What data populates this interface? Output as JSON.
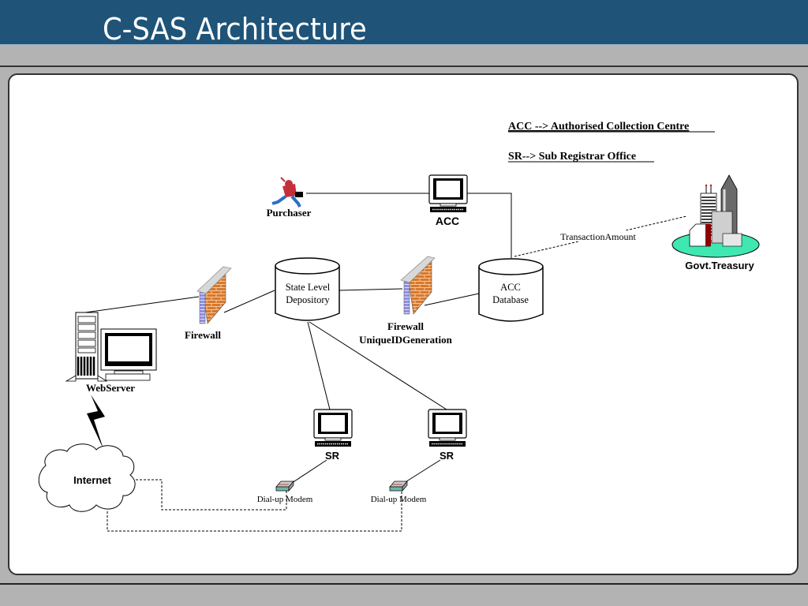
{
  "slide": {
    "title": "C-SAS Architecture"
  },
  "legend": {
    "acc_definition": "ACC --> Authorised Collection Centre",
    "sr_definition": "SR--> Sub Registrar Office"
  },
  "nodes": {
    "purchaser": {
      "label": "Purchaser",
      "icon": "running-person-icon"
    },
    "acc": {
      "label": "ACC",
      "icon": "computer-terminal-icon"
    },
    "govt_treasury": {
      "label": "Govt.Treasury",
      "icon": "office-buildings-icon"
    },
    "transaction_amount": {
      "label": "TransactionAmount"
    },
    "state_depository": {
      "line1": "State Level",
      "line2": "Depository",
      "icon": "database-cylinder-icon"
    },
    "acc_database": {
      "line1": "ACC",
      "line2": "Database",
      "icon": "database-cylinder-icon"
    },
    "firewall_left": {
      "label": "Firewall",
      "icon": "brick-firewall-icon"
    },
    "firewall_right": {
      "line1": "Firewall",
      "line2": "UniqueIDGeneration",
      "icon": "brick-firewall-icon"
    },
    "webserver": {
      "label": "WebServer",
      "icon": "server-tower-icon"
    },
    "internet": {
      "label": "Internet",
      "icon": "cloud-icon"
    },
    "sr1": {
      "label": "SR",
      "icon": "computer-terminal-icon"
    },
    "sr2": {
      "label": "SR",
      "icon": "computer-terminal-icon"
    },
    "modem1": {
      "label": "Dial-up Modem",
      "icon": "modem-icon"
    },
    "modem2": {
      "label": "Dial-up Modem",
      "icon": "modem-icon"
    }
  },
  "colors": {
    "header_bg": "#1f5478",
    "frame_gray": "#b3b3b3",
    "brick": "#d9782b",
    "firewall_side": "#8f8fe0",
    "treasury_base": "#3ee8b0",
    "treasury_accent": "#8b0000",
    "purchaser_shirt": "#c4303a",
    "purchaser_pants": "#2b6fc4"
  }
}
